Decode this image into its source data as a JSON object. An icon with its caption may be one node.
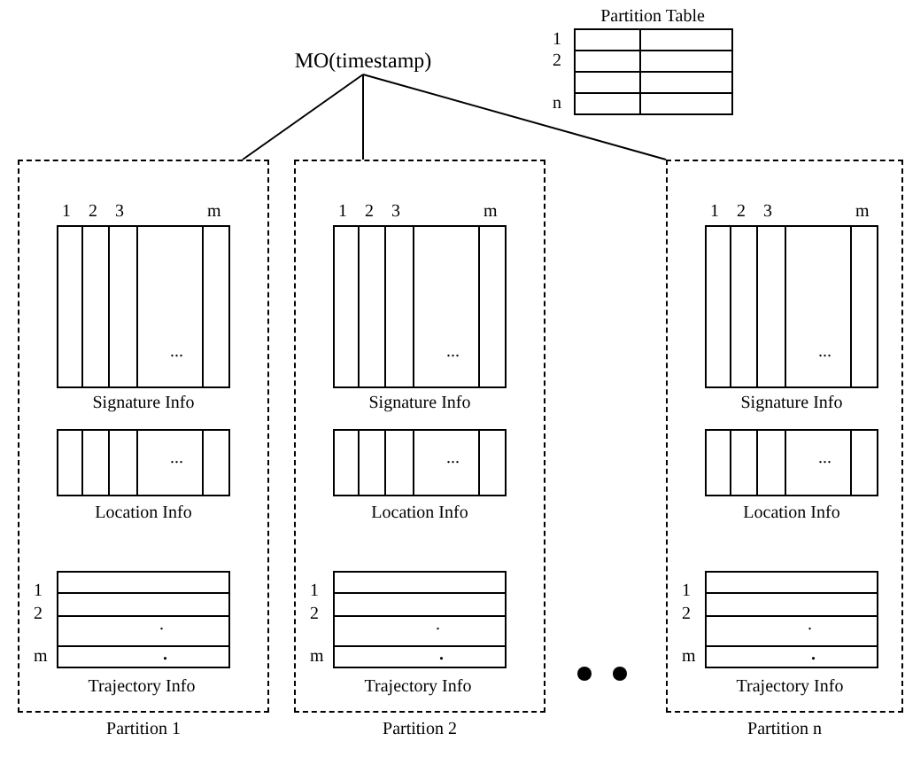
{
  "diagram": {
    "nodes": [
      {
        "text": [
          "MO(timestamp)"
        ]
      },
      {
        "text": [
          "Partition Table",
          "1",
          "2",
          "n"
        ]
      },
      {
        "text": [
          "Partition 1"
        ]
      },
      {
        "text": [
          "1",
          "2",
          "3",
          "m",
          "...",
          "Signature Info"
        ],
        "in": 2
      },
      {
        "text": [
          "...",
          "Location Info"
        ],
        "in": 2
      },
      {
        "text": [
          "1",
          "2",
          "m",
          ".",
          ".",
          "Trajectory Info"
        ],
        "in": 2
      },
      {
        "text": [
          "Partition 2"
        ]
      },
      {
        "text": [
          "1",
          "2",
          "3",
          "m",
          "...",
          "Signature Info"
        ],
        "in": 6
      },
      {
        "text": [
          "...",
          "Location Info"
        ],
        "in": 6
      },
      {
        "text": [
          "1",
          "2",
          "m",
          ".",
          ".",
          "Trajectory Info"
        ],
        "in": 6
      },
      {
        "text": [
          "Partition n"
        ]
      },
      {
        "text": [
          "1",
          "2",
          "3",
          "m",
          "...",
          "Signature Info"
        ],
        "in": 10
      },
      {
        "text": [
          "...",
          "Location Info"
        ],
        "in": 10
      },
      {
        "text": [
          "1",
          "2",
          "m",
          ".",
          ".",
          "Trajectory Info"
        ],
        "in": 10
      }
    ],
    "edges": [
      {
        "from": 0,
        "to": 2,
        "arrow": "none"
      },
      {
        "from": 0,
        "to": 6,
        "arrow": "none"
      },
      {
        "from": 0,
        "to": 10,
        "arrow": "none"
      }
    ]
  }
}
